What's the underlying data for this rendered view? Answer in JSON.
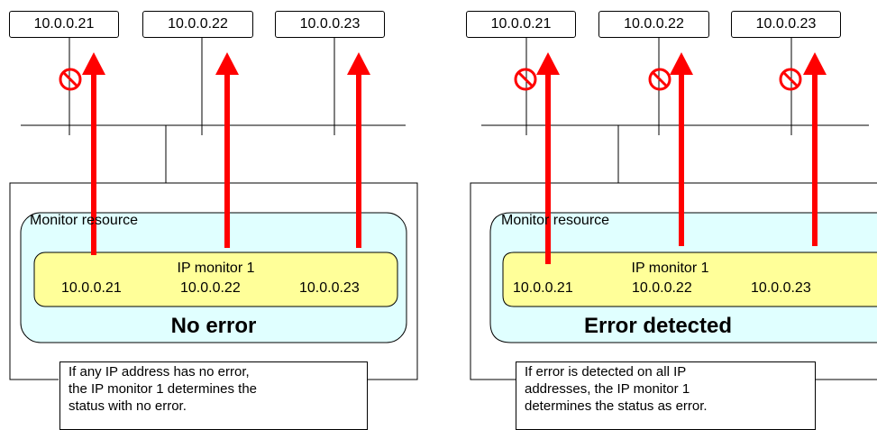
{
  "left": {
    "hosts": [
      "10.0.0.21",
      "10.0.0.22",
      "10.0.0.23"
    ],
    "monitor_resource": "Monitor resource",
    "monitor_name": "IP monitor 1",
    "ips": [
      "10.0.0.21",
      "10.0.0.22",
      "10.0.0.23"
    ],
    "status": "No error",
    "note": [
      "If any IP address has no error,",
      "the IP monitor 1 determines the",
      "status with no error."
    ]
  },
  "right": {
    "hosts": [
      "10.0.0.21",
      "10.0.0.22",
      "10.0.0.23"
    ],
    "monitor_resource": "Monitor resource",
    "monitor_name": "IP monitor 1",
    "ips": [
      "10.0.0.21",
      "10.0.0.22",
      "10.0.0.23"
    ],
    "status": "Error detected",
    "note": [
      "If error is detected on all IP",
      "addresses, the IP monitor 1",
      "determines the status as error."
    ]
  },
  "colors": {
    "arrow": "#ff0000",
    "monitor_resource_fill": "#e0ffff",
    "ip_monitor_fill": "#ffff99",
    "prohibited_sign": "#ff0000"
  }
}
